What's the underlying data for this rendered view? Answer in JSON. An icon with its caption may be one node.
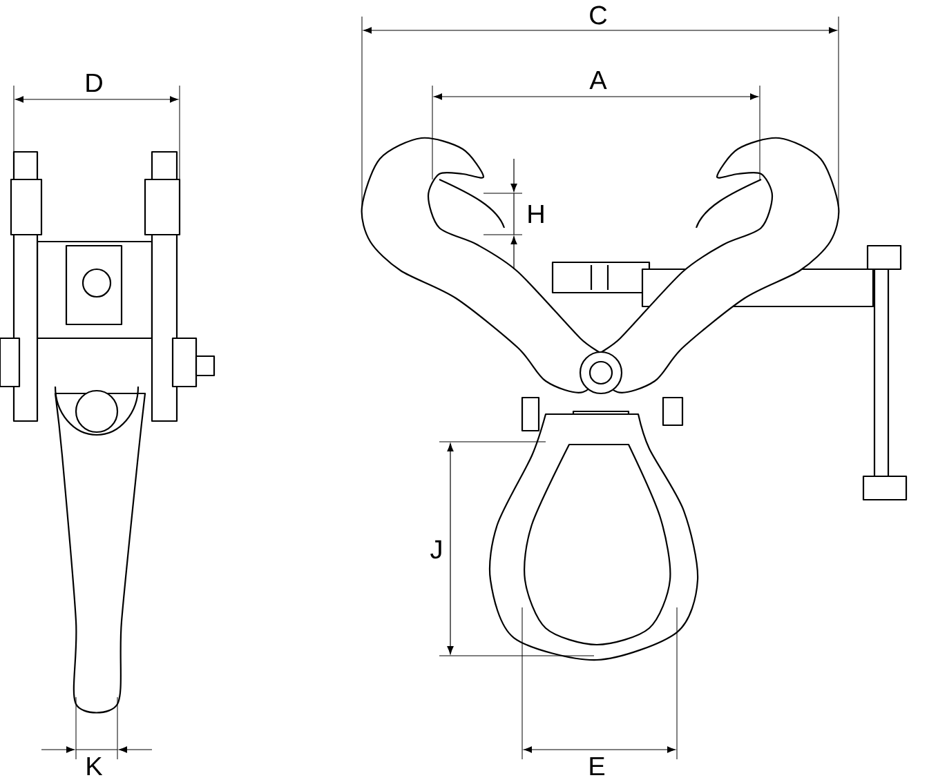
{
  "diagram": {
    "labels": [
      "C",
      "A",
      "D",
      "H",
      "J",
      "K",
      "E"
    ]
  }
}
